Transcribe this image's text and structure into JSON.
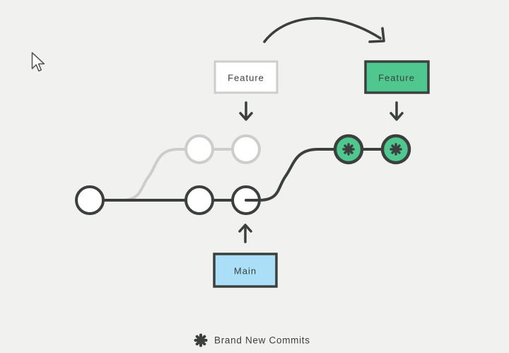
{
  "colors": {
    "background": "#f1f1ef",
    "dark": "#3b403e",
    "faded": "#cdcdcb",
    "border_gray": "#cdcdcb",
    "green": "#50c78e",
    "blue": "#aadff7",
    "white": "#ffffff"
  },
  "diagram": {
    "feature_old_label": "Feature",
    "feature_new_label": "Feature",
    "main_label": "Main"
  },
  "legend": {
    "icon": "new-commit-asterisk",
    "label": "Brand New Commits"
  }
}
